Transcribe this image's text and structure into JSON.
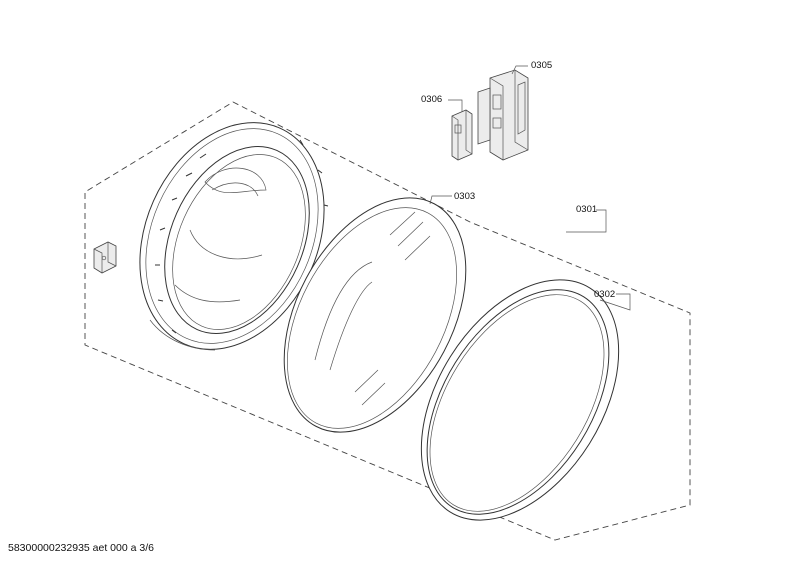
{
  "parts": [
    {
      "id": "p0301",
      "label": "0301"
    },
    {
      "id": "p0302",
      "label": "0302"
    },
    {
      "id": "p0303",
      "label": "0303"
    },
    {
      "id": "p0305",
      "label": "0305"
    },
    {
      "id": "p0306",
      "label": "0306"
    }
  ],
  "footer": {
    "text": "58300000232935 aet 000 a 3/6"
  }
}
